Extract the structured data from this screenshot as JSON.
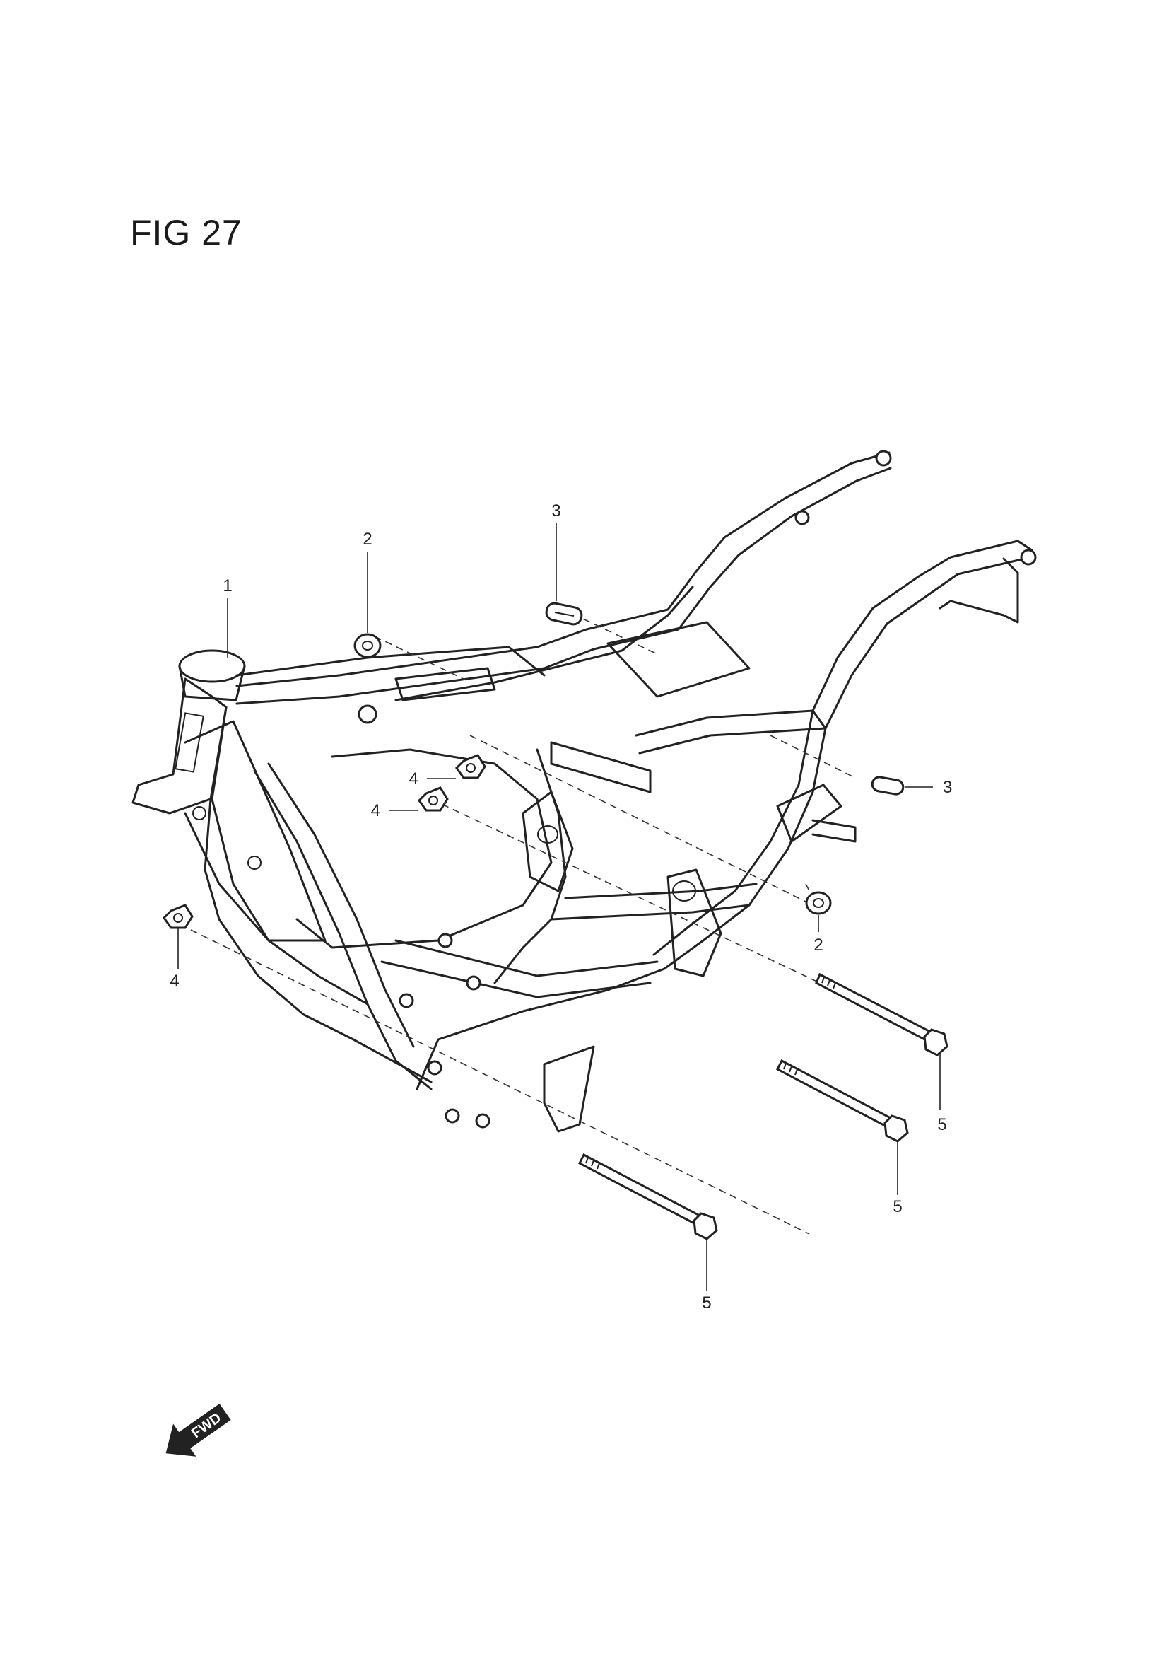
{
  "figure": {
    "title": "FIG 27"
  },
  "callouts": [
    {
      "id": "c1",
      "label": "1"
    },
    {
      "id": "c2a",
      "label": "2"
    },
    {
      "id": "c2b",
      "label": "2"
    },
    {
      "id": "c3a",
      "label": "3"
    },
    {
      "id": "c3b",
      "label": "3"
    },
    {
      "id": "c4a",
      "label": "4"
    },
    {
      "id": "c4b",
      "label": "4"
    },
    {
      "id": "c4c",
      "label": "4"
    },
    {
      "id": "c5a",
      "label": "5"
    },
    {
      "id": "c5b",
      "label": "5"
    },
    {
      "id": "c5c",
      "label": "5"
    }
  ],
  "fwd_arrow": {
    "label": "FWD",
    "icon": "fwd-arrow-icon"
  }
}
